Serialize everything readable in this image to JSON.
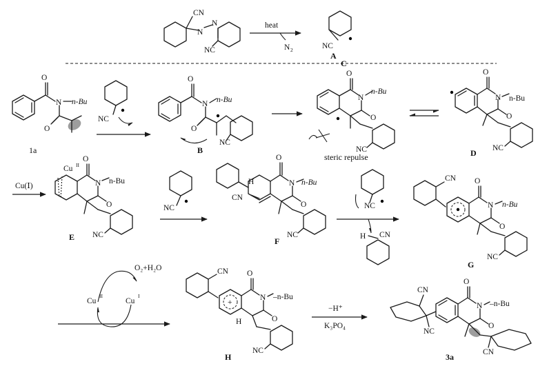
{
  "labels": {
    "A": "A",
    "B": "B",
    "C": "C",
    "D": "D",
    "E": "E",
    "F": "F",
    "G": "G",
    "H": "H",
    "l1a": "1a",
    "p3a": "3a"
  },
  "atoms": {
    "CN": "CN",
    "NC": "NC",
    "N": "N",
    "O": "O",
    "H": "H",
    "nBu": "n-Bu",
    "nBu_alt": "–n-Bu",
    "plus": "+"
  },
  "reagents": {
    "heat": "heat",
    "N2": "N",
    "N2_sub": "2",
    "cu_step": "Cu(Ⅰ)",
    "cu": "Cu",
    "cu_sup_II": "II",
    "cu_sup_I": "I",
    "o2h2o": "O₂+H₂O",
    "minus_h": "−H⁺",
    "base": "K₃PO₄"
  },
  "notes": {
    "steric": "steric repulse"
  },
  "colors": {
    "ink": "#1a1a1a",
    "highlight": "#8c8c8c"
  }
}
